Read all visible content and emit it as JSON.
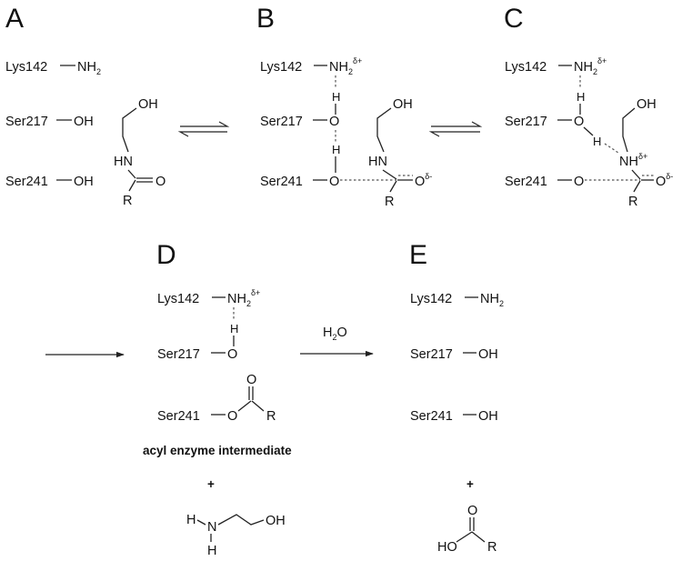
{
  "panels": {
    "A": {
      "label": "A",
      "lys": "Lys142",
      "nh2": "NH",
      "nh2_sub": "2",
      "ser217": "Ser217",
      "ser217_oh": "OH",
      "ser241": "Ser241",
      "ser241_oh": "OH",
      "sub_oh": "OH",
      "sub_hn": "HN",
      "sub_o": "O",
      "sub_r": "R"
    },
    "B": {
      "label": "B",
      "lys": "Lys142",
      "nh2": "NH",
      "nh2_sub": "2",
      "nh2_charge": "δ+",
      "h1": "H",
      "ser217": "Ser217",
      "ser217_o": "O",
      "h2": "H",
      "ser241": "Ser241",
      "ser241_o": "O",
      "sub_oh": "OH",
      "sub_hn": "HN",
      "sub_o": "O",
      "sub_o_charge": "δ-",
      "sub_r": "R"
    },
    "C": {
      "label": "C",
      "lys": "Lys142",
      "nh2": "NH",
      "nh2_sub": "2",
      "nh2_charge": "δ+",
      "h1": "H",
      "ser217": "Ser217",
      "ser217_o": "O",
      "h2": "H",
      "ser241": "Ser241",
      "ser241_o": "O",
      "sub_oh": "OH",
      "sub_nh": "NH",
      "sub_nh_charge": "δ+",
      "sub_o": "O",
      "sub_o_charge": "δ-",
      "sub_r": "R"
    },
    "D": {
      "label": "D",
      "lys": "Lys142",
      "nh2": "NH",
      "nh2_sub": "2",
      "nh2_charge": "δ+",
      "h1": "H",
      "ser217": "Ser217",
      "ser217_o": "O",
      "ser241": "Ser241",
      "ser241_o": "O",
      "acyl_o": "O",
      "acyl_r": "R",
      "caption": "acyl enzyme intermediate",
      "plus": "+",
      "ea_h1": "H",
      "ea_n": "N",
      "ea_h2": "H",
      "ea_oh": "OH"
    },
    "E": {
      "label": "E",
      "lys": "Lys142",
      "nh2": "NH",
      "nh2_sub": "2",
      "ser217": "Ser217",
      "ser217_oh": "OH",
      "ser241": "Ser241",
      "ser241_oh": "OH",
      "plus": "+",
      "acid_o": "O",
      "acid_ho": "HO",
      "acid_r": "R"
    }
  },
  "arrows": {
    "de_reagent": "H",
    "de_reagent_sub": "2",
    "de_reagent_tail": "O"
  }
}
